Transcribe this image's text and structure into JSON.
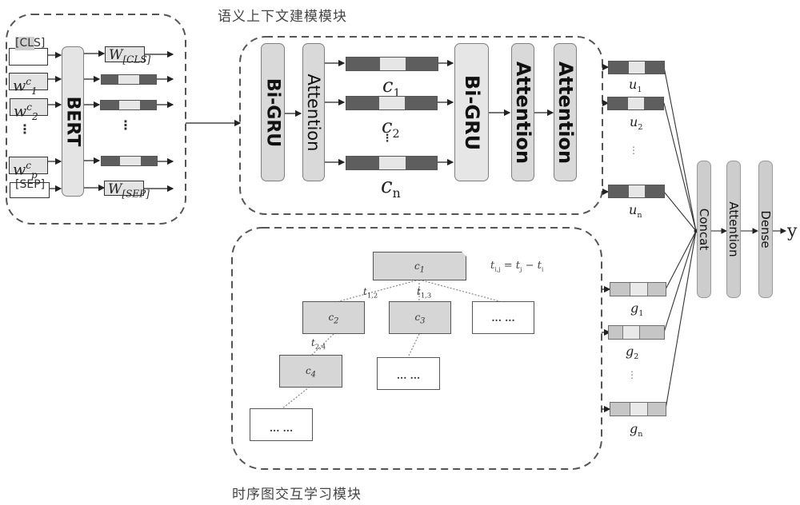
{
  "module_titles": {
    "context_module": "语义上下文建模模块",
    "graph_module": "时序图交互学习模块"
  },
  "bert_block": {
    "inputs": [
      {
        "id": "cls",
        "text": "[CLS]",
        "display": "[CL S]"
      },
      {
        "id": "w1",
        "base": "w",
        "sup": "c",
        "sub": "1"
      },
      {
        "id": "w2",
        "base": "w",
        "sup": "c",
        "sub": "2"
      },
      {
        "id": "wp",
        "base": "w",
        "sup": "c",
        "sub": "p"
      },
      {
        "id": "sep",
        "text": "[SEP]",
        "display": "[SE P]"
      }
    ],
    "encoder_label": "BERT",
    "outputs": [
      {
        "id": "w_cls",
        "base": "W",
        "sub": "[CLS]"
      },
      {
        "id": "vec1"
      },
      {
        "id": "vec2"
      },
      {
        "id": "vecp"
      },
      {
        "id": "w_sep",
        "base": "W",
        "sub": "[SEP]"
      }
    ],
    "ellipsis": "⋮"
  },
  "context_block": {
    "layers": [
      "Bi-GRU",
      "Attention",
      "Bi-GRU",
      "Attention",
      "Attention"
    ],
    "clause_vectors": [
      {
        "base": "c",
        "sub": "1"
      },
      {
        "base": "c",
        "sub": "2"
      },
      {
        "base": "c",
        "sub": "n"
      }
    ],
    "ellipsis": "⋮"
  },
  "utterance_vectors": [
    {
      "base": "u",
      "sub": "1"
    },
    {
      "base": "u",
      "sub": "2"
    },
    {
      "base": "u",
      "sub": "n"
    }
  ],
  "graph_vectors": [
    {
      "base": "g",
      "sub": "1"
    },
    {
      "base": "g",
      "sub": "2"
    },
    {
      "base": "g",
      "sub": "n"
    }
  ],
  "graph": {
    "formula": "t_{i,j} = t_j − t_i",
    "formula_parts": {
      "lhs_base": "t",
      "lhs_sub": "i,j",
      "rhs1_base": "t",
      "rhs1_sub": "j",
      "op": "−",
      "rhs2_base": "t",
      "rhs2_sub": "i"
    },
    "nodes": [
      {
        "id": "c1",
        "base": "c",
        "sub": "1"
      },
      {
        "id": "c2",
        "base": "c",
        "sub": "2"
      },
      {
        "id": "c3",
        "base": "c",
        "sub": "3"
      },
      {
        "id": "more1",
        "text": "... ..."
      },
      {
        "id": "c4",
        "base": "c",
        "sub": "4"
      },
      {
        "id": "more2",
        "text": "... ..."
      },
      {
        "id": "more3",
        "text": "... ..."
      }
    ],
    "edges": [
      {
        "from": "c1",
        "to": "c2",
        "base": "t",
        "sub": "1,2"
      },
      {
        "from": "c1",
        "to": "c3",
        "base": "t",
        "sub": "1,3"
      },
      {
        "from": "c1",
        "to": "more1"
      },
      {
        "from": "c2",
        "to": "c4",
        "base": "t",
        "sub": "2,4"
      },
      {
        "from": "c3",
        "to": "more2"
      },
      {
        "from": "c4",
        "to": "more3"
      }
    ]
  },
  "fusion": {
    "layers": [
      "Concat",
      "Attention",
      "Dense"
    ],
    "output": "y"
  }
}
